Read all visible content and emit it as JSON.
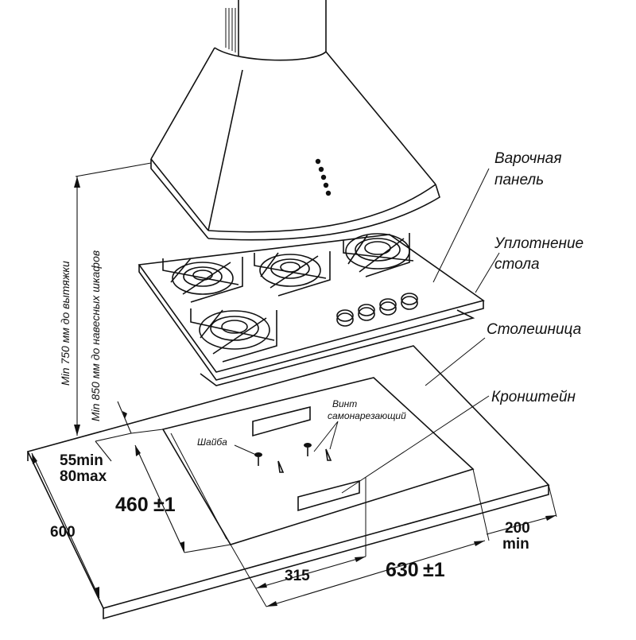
{
  "labels": {
    "hob_line1": "Варочная",
    "hob_line2": "панель",
    "seal_line1": "Уплотнение",
    "seal_line2": "стола",
    "countertop": "Столешница",
    "bracket": "Кронштейн",
    "screw_line1": "Винт",
    "screw_line2": "самонарезающий",
    "washer": "Шайба",
    "hood_distance": "Min 750 мм до вытяжки",
    "cabinet_distance": "Min 850 мм до навесных шкафов"
  },
  "dimensions": {
    "edge_min": "55min",
    "edge_max": "80max",
    "cutout_depth": "460",
    "cutout_depth_tol": "±1",
    "depth": "600",
    "half_width": "315",
    "cutout_width": "630",
    "cutout_width_tol": "±1",
    "side_min_value": "200",
    "side_min_label": "min"
  },
  "hob": {
    "burner_count": 4,
    "knob_count": 4,
    "hood_indicator_count": 5
  }
}
